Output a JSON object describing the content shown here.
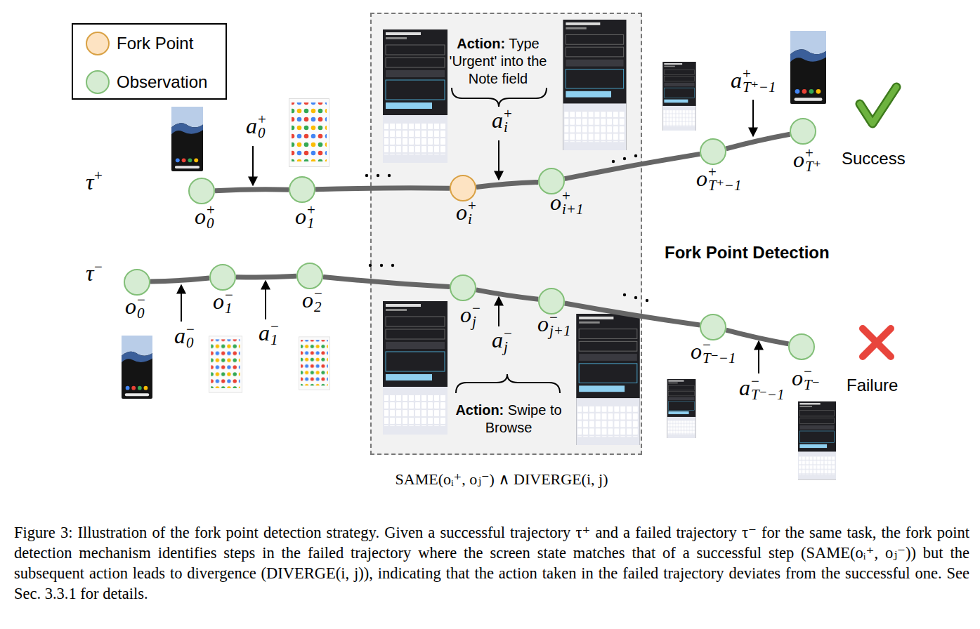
{
  "diagram": {
    "caption": "Figure 3: Illustration of the fork point detection strategy. Given a successful trajectory τ⁺ and a failed trajectory τ⁻ for the same task, the fork point detection mechanism identifies steps in the failed trajectory where the screen state matches that of a successful step (SAME(oᵢ⁺, oⱼ⁻)) but the subsequent action leads to divergence (DIVERGE(i, j)), indicating that the action taken in the failed trajectory deviates from the successful one. See Sec. 3.3.1 for details.",
    "nodes": [
      {
        "text": [
          "o",
          "+",
          "0"
        ]
      },
      {
        "text": [
          "o",
          "+",
          "1"
        ]
      },
      {
        "text": [
          "Action:",
          "Type 'Urgent' into the Note field",
          "Action:",
          "Swipe to Browse",
          "SAME(oᵢ⁺, oⱼ⁻) ∧ DIVERGE(i, j)"
        ]
      },
      {
        "text": [
          "o",
          "+",
          "i"
        ],
        "in": 2
      },
      {
        "text": [
          "o",
          "+",
          "i+1"
        ],
        "in": 2
      },
      {
        "text": [
          "o",
          "+",
          "T⁺−1"
        ]
      },
      {
        "text": [
          "o",
          "+",
          "T⁺"
        ]
      },
      {
        "text": [
          "o",
          "−",
          "0"
        ]
      },
      {
        "text": [
          "o",
          "−",
          "1"
        ]
      },
      {
        "text": [
          "o",
          "−",
          "2"
        ]
      },
      {
        "text": [
          "o",
          "−",
          "j"
        ],
        "in": 2
      },
      {
        "text": [
          "o",
          "−",
          "j+1"
        ],
        "in": 2
      },
      {
        "text": [
          "o",
          "−",
          "T⁻−1"
        ]
      },
      {
        "text": [
          "o",
          "−",
          "T⁻"
        ]
      }
    ],
    "edges": [
      {
        "from": 0,
        "to": 1,
        "arrow": "none"
      },
      {
        "from": 1,
        "to": 3,
        "arrow": "none"
      },
      {
        "from": 3,
        "to": 4,
        "arrow": "none"
      },
      {
        "from": 4,
        "to": 5,
        "arrow": "none"
      },
      {
        "from": 5,
        "to": 6,
        "arrow": "none"
      },
      {
        "from": 7,
        "to": 8,
        "arrow": "none"
      },
      {
        "from": 8,
        "to": 9,
        "arrow": "none"
      },
      {
        "from": 9,
        "to": 10,
        "arrow": "none"
      },
      {
        "from": 10,
        "to": 11,
        "arrow": "none"
      },
      {
        "from": 11,
        "to": 12,
        "arrow": "none"
      },
      {
        "from": 12,
        "to": 13,
        "arrow": "none"
      }
    ],
    "labels": [
      "τ",
      "+",
      "τ",
      "−",
      "a",
      "+",
      "0",
      "a",
      "+",
      "i",
      "a",
      "+",
      "T⁺−1",
      "a",
      "−",
      "0",
      "a",
      "−",
      "1",
      "a",
      "−",
      "j",
      "a",
      "−",
      "T⁻−1",
      "Success",
      "Failure",
      "Fork Point Detection"
    ],
    "legend": [
      {
        "text": "Fork Point",
        "color": "#fde3c2"
      },
      {
        "text": "Observation",
        "color": "#d6ecd3"
      }
    ]
  }
}
